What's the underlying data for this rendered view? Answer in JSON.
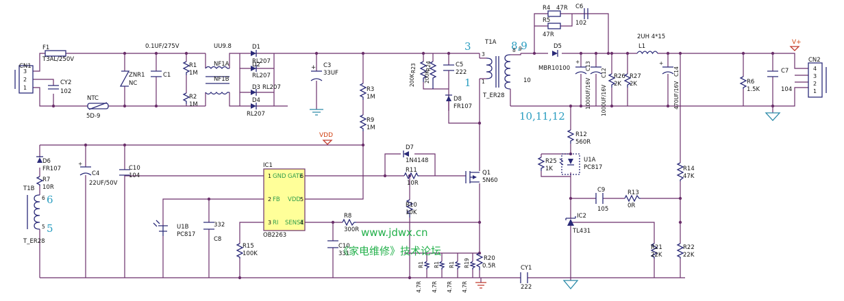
{
  "connectors": {
    "cn1": {
      "ref": "CN1",
      "pins": [
        "3",
        "2",
        "1"
      ]
    },
    "cn2": {
      "ref": "CN2",
      "pins": [
        "4",
        "3",
        "2",
        "1"
      ]
    },
    "vplus": "V+"
  },
  "input": {
    "f1_ref": "F1",
    "f1_val": "T3AL/250V",
    "cy2_ref": "CY2",
    "cy2_val": "102",
    "ntc_ref": "NTC",
    "ntc_val": "5D-9",
    "znr1_ref": "ZNR1",
    "znr1_val": "NC",
    "c1_ref": "C1",
    "c1_val": "0.1UF/275V",
    "r1_ref": "R1",
    "r1_val": "1M",
    "r2_ref": "R2",
    "r2_val": "1M",
    "nf_ref": "UU9.8",
    "nf1a": "NF1A",
    "nf1b": "NF1B"
  },
  "bridge": {
    "d1": "D1",
    "d1_val": "RL207",
    "d2": "D2",
    "d2_val": "RL207",
    "d3": "D3",
    "d3_val": "RL207",
    "d4": "D4",
    "d4_val": "RL207",
    "c3_ref": "C3",
    "c3_val": "33UF"
  },
  "startup": {
    "r3_ref": "R3",
    "r3_val": "1M",
    "r9_ref": "R9",
    "r9_val": "1M",
    "vdd": "VDD"
  },
  "snubber": {
    "r23_ref": "R23",
    "r23_val": "200K",
    "r24_ref": "R24",
    "r24_val": "200K",
    "c5_ref": "C5",
    "c5_val": "222",
    "d8_ref": "D8",
    "d8_val": "FR107"
  },
  "transformer": {
    "ref": "T1A",
    "name": "T_ER28",
    "pin1": "1",
    "pin3": "3",
    "pin8": "8",
    "pin9": "9",
    "pin10": "10",
    "big_3": "3",
    "big_1": "1",
    "big_89": "8,9",
    "big_101112": "10,11,12"
  },
  "secondary": {
    "r4_ref": "R4",
    "r4_val": "47R",
    "r5_ref": "R5",
    "r5_val": "47R",
    "c6_ref": "C6",
    "c6_val": "102",
    "d5_ref": "D5",
    "d5_val": "MBR10100",
    "c13_ref": "C13",
    "c13_val": "1000UF/16V",
    "c12_ref": "C12",
    "c12_val": "1000UF/16V",
    "r26_ref": "R26",
    "r26_val": "2K",
    "r27_ref": "R27",
    "r27_val": "2K",
    "l1_ref": "L1",
    "l1_val": "2UH  4*15",
    "c14_ref": "C14",
    "c14_val": "470UF/16V",
    "r6_ref": "R6",
    "r6_val": "1.5K",
    "c7_ref": "C7",
    "c7_val": "104"
  },
  "feedback": {
    "r12_ref": "R12",
    "r12_val": "560R",
    "r25_ref": "R25",
    "r25_val": "1K",
    "u1a_ref": "U1A",
    "u1a_val": "PC817",
    "r14_ref": "R14",
    "r14_val": "47K",
    "c9_ref": "C9",
    "c9_val": "105",
    "r13_ref": "R13",
    "r13_val": "0R",
    "ic2_ref": "IC2",
    "ic2_val": "TL431",
    "r21_ref": "R21",
    "r21_val": "22K",
    "r22_ref": "R22",
    "r22_val": "22K",
    "cy1_ref": "CY1",
    "cy1_val": "222"
  },
  "aux": {
    "d6_ref": "D6",
    "d6_val": "FR107",
    "r7_ref": "R7",
    "r7_val": "10R",
    "t1b_ref": "T1B",
    "t1b_name": "T_ER28",
    "t1b_pin6": "6",
    "t1b_pin5": "5",
    "c4_ref": "C4",
    "c4_val": "22UF/50V",
    "c10_ref": "C10",
    "c10_val": "104"
  },
  "controller": {
    "ic_ref": "IC1",
    "ic_part": "OB2263",
    "pins": [
      {
        "num": "1",
        "name": "GND",
        "num_r": "6",
        "name_r": "GATE"
      },
      {
        "num": "2",
        "name": "FB",
        "num_r": "5",
        "name_r": "VDD"
      },
      {
        "num": "3",
        "name": "RI",
        "num_r": "4",
        "name_r": "SENSE"
      }
    ],
    "u1b_ref": "U1B",
    "u1b_val": "PC817",
    "c8_ref": "C8",
    "c8_val": "332",
    "r15_ref": "R15",
    "r15_val": "100K",
    "r8_ref": "R8",
    "r8_val": "300R",
    "c11_ref": "C10",
    "c11_val": "331"
  },
  "switch": {
    "d7_ref": "D7",
    "d7_val": "1N4148",
    "r11_ref": "R11",
    "r11_val": "10R",
    "q1_ref": "Q1",
    "q1_val": "5N60",
    "r10_ref": "R10",
    "r10_val": "10K",
    "rs": [
      {
        "ref": "R1",
        "val": "4.7R"
      },
      {
        "ref": "R1",
        "val": "4.7R"
      },
      {
        "ref": "R1",
        "val": "4.7R"
      },
      {
        "ref": "R19",
        "val": "4.7R"
      }
    ],
    "r20_ref": "R20",
    "r20_val": "0.5R"
  },
  "watermark": {
    "url": "www.jdwx.cn",
    "forum": "《家电维修》技术论坛"
  }
}
